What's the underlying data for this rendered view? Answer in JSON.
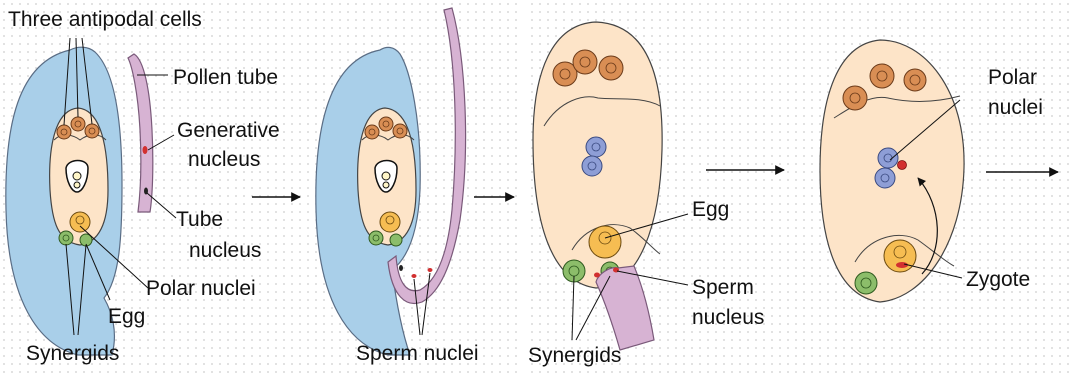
{
  "colors": {
    "integument": "#a9cfe9",
    "embryo_sac": "#fde4c8",
    "antipodal": "#d98e54",
    "polar": "#8e9ed6",
    "egg": "#f6bd52",
    "synergid": "#8cbd6a",
    "pollen_tube": "#d7b3d3",
    "sperm": "#d23030"
  },
  "labels": {
    "three_antipodal_cells": "Three antipodal cells",
    "pollen_tube": "Pollen tube",
    "generative_nucleus_1": "Generative",
    "generative_nucleus_2": "nucleus",
    "tube_nucleus_1": "Tube",
    "tube_nucleus_2": "nucleus",
    "polar_nuclei": "Polar nuclei",
    "egg_1": "Egg",
    "synergids_1": "Synergids",
    "sperm_nuclei": "Sperm nuclei",
    "egg_3": "Egg",
    "sperm_nucleus_1": "Sperm",
    "sperm_nucleus_2": "nucleus",
    "synergids_3": "Synergids",
    "polar_nuclei_4a": "Polar",
    "polar_nuclei_4b": "nuclei",
    "zygote": "Zygote"
  }
}
